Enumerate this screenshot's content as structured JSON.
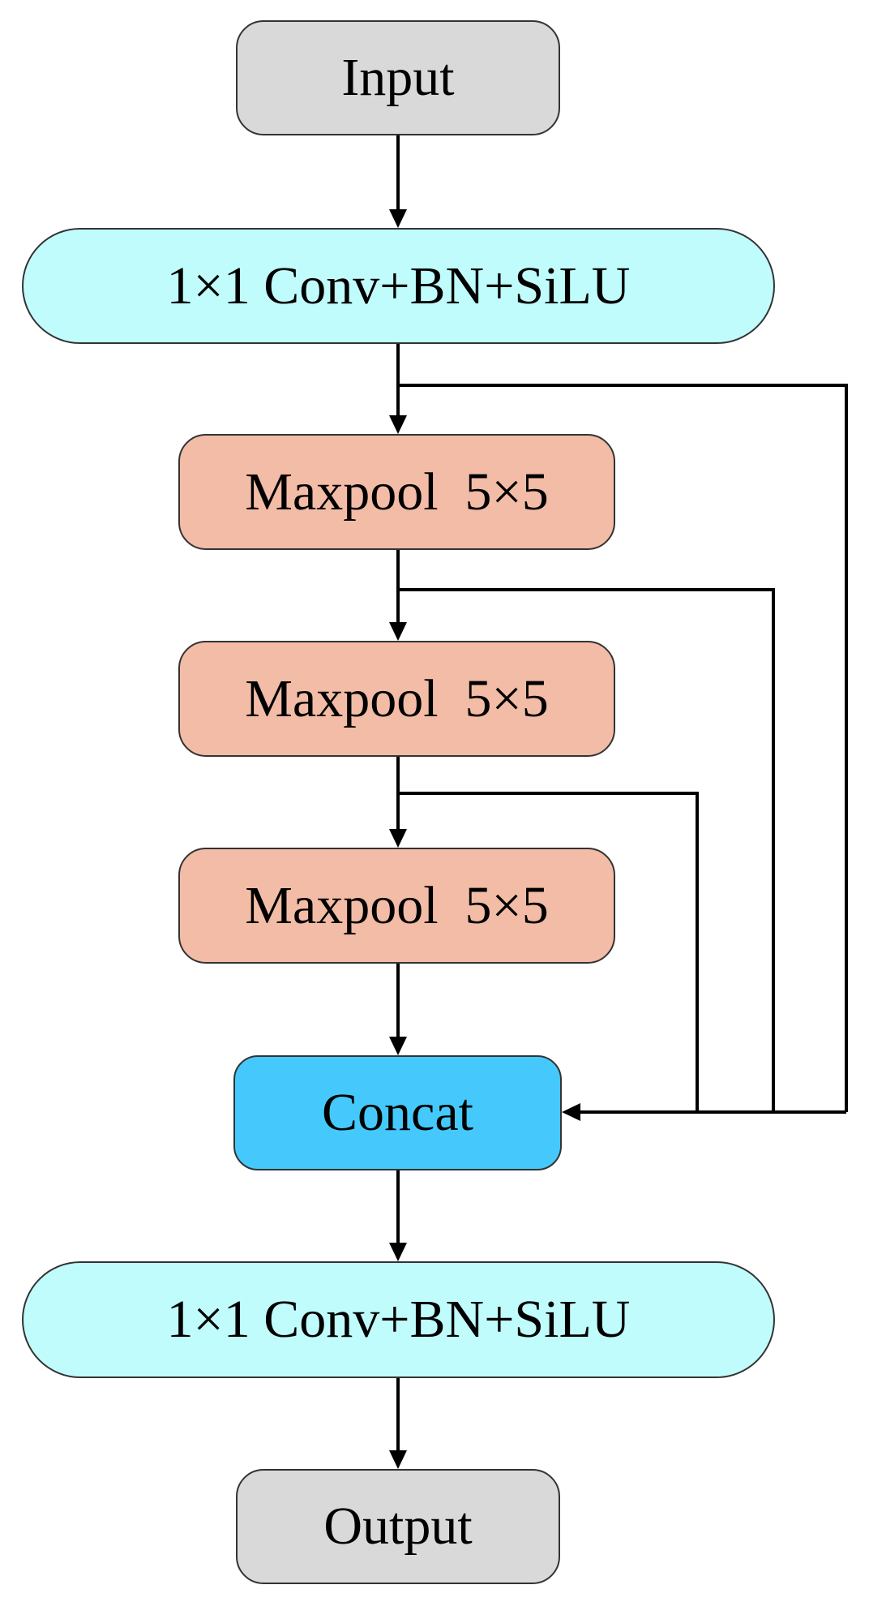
{
  "nodes": {
    "input": {
      "label": "Input",
      "color": "#d9d9d9"
    },
    "conv1": {
      "label": "1×1 Conv+BN+SiLU",
      "color": "#c0fcfc"
    },
    "maxpool1": {
      "label": "Maxpool  5×5",
      "color": "#f2bca6"
    },
    "maxpool2": {
      "label": "Maxpool  5×5",
      "color": "#f2bca6"
    },
    "maxpool3": {
      "label": "Maxpool  5×5",
      "color": "#f2bca6"
    },
    "concat": {
      "label": "Concat",
      "color": "#45c9fc"
    },
    "conv2": {
      "label": "1×1 Conv+BN+SiLU",
      "color": "#c0fcfc"
    },
    "output": {
      "label": "Output",
      "color": "#d9d9d9"
    }
  }
}
